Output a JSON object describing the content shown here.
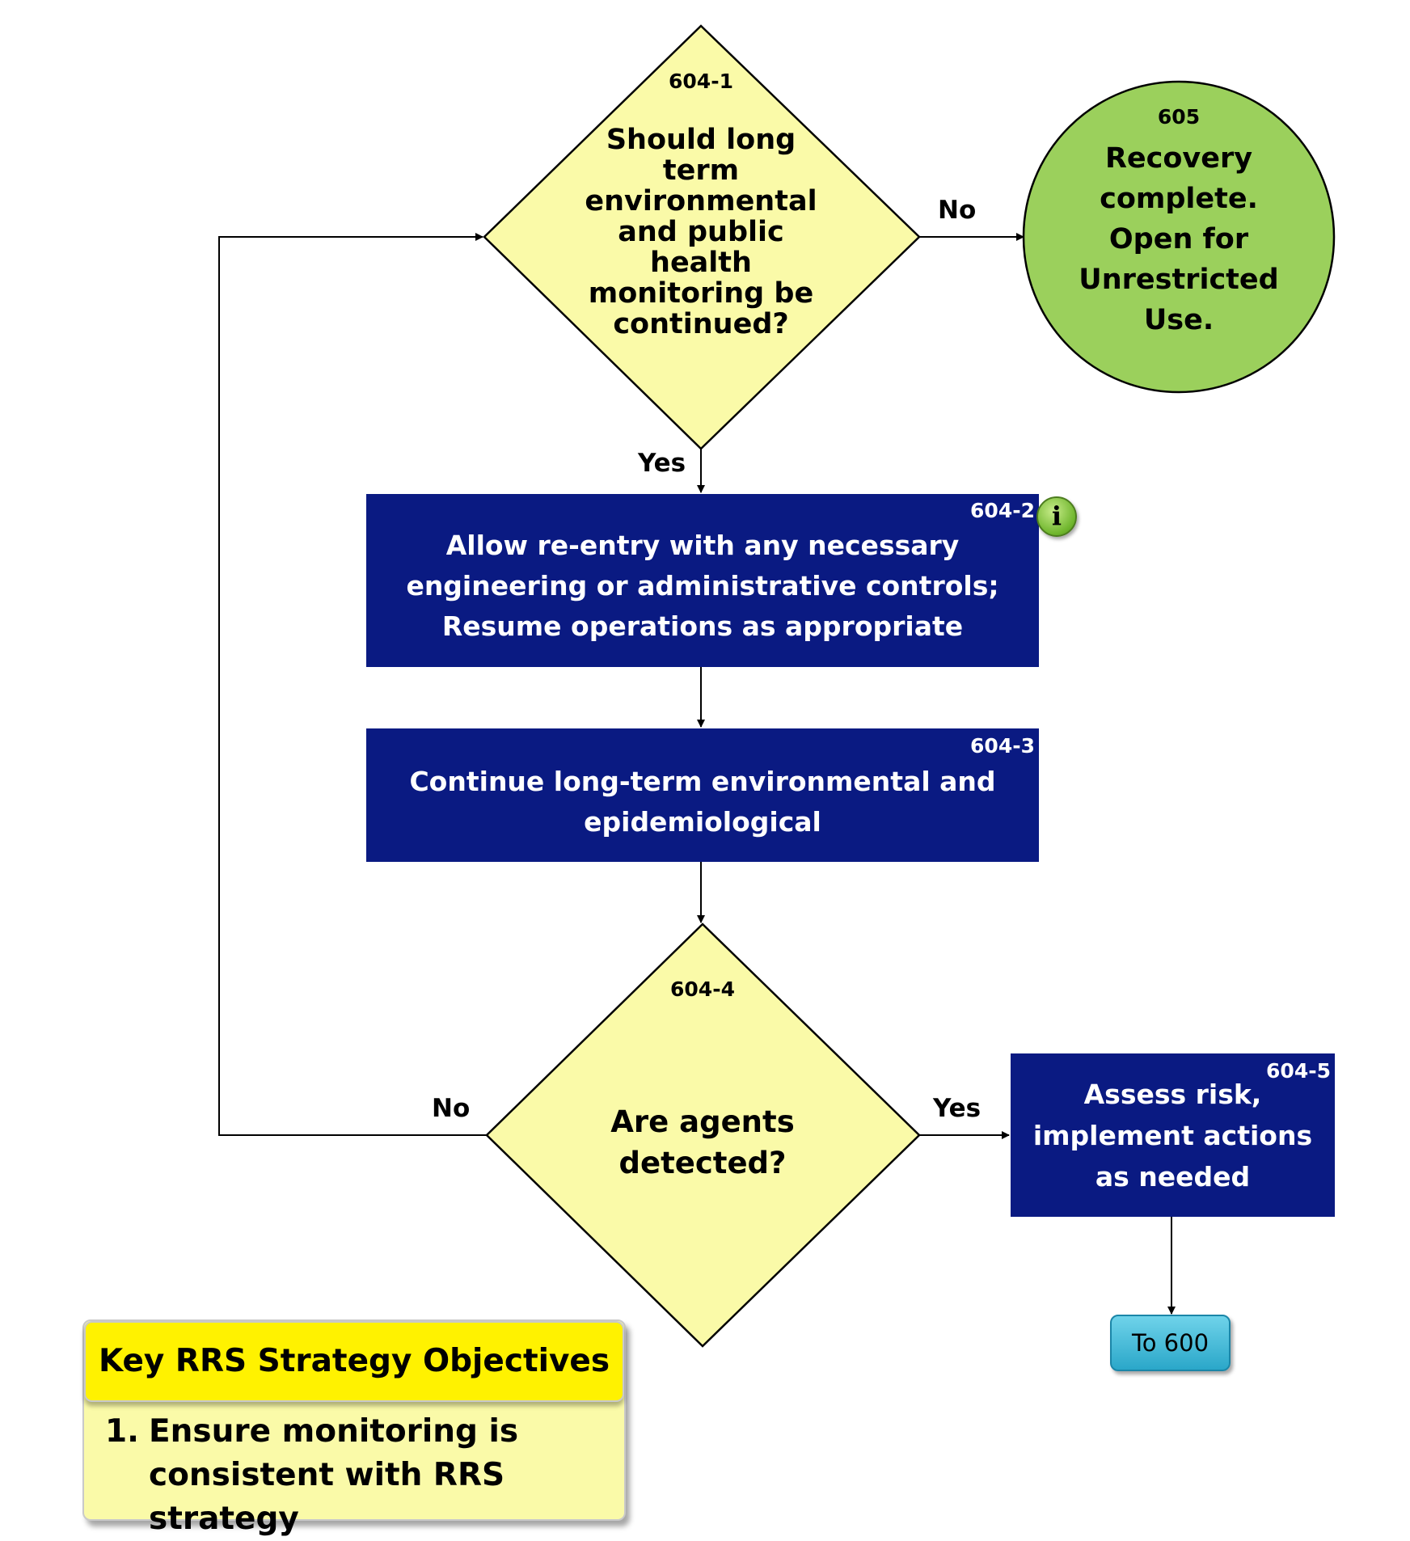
{
  "nodes": {
    "n604_1": {
      "id": "604-1",
      "text": [
        "Should long",
        "term",
        "environmental",
        "and public",
        "health",
        "monitoring be",
        "continued?"
      ]
    },
    "n605": {
      "id": "605",
      "text": [
        "Recovery",
        "complete.",
        "Open for",
        "Unrestricted",
        "Use."
      ]
    },
    "n604_2": {
      "id": "604-2",
      "text": [
        "Allow re-entry with any necessary",
        "engineering or administrative controls;",
        "Resume operations as appropriate"
      ]
    },
    "n604_3": {
      "id": "604-3",
      "text": [
        "Continue long-term environmental and",
        "epidemiological"
      ]
    },
    "n604_4": {
      "id": "604-4",
      "text": [
        "Are agents",
        "detected?"
      ]
    },
    "n604_5": {
      "id": "604-5",
      "text": [
        "Assess risk,",
        "implement actions",
        "as needed"
      ]
    },
    "to600": {
      "text": "To 600"
    }
  },
  "edges": {
    "e1_605": "No",
    "e1_2": "Yes",
    "e4_1": "No",
    "e4_5": "Yes"
  },
  "info_icon": "i",
  "key": {
    "title": "Key RRS Strategy Objectives",
    "items": [
      {
        "number": "1.",
        "lines": [
          "Ensure monitoring is",
          "consistent with RRS strategy"
        ]
      }
    ]
  },
  "colors": {
    "decision": "#fafaa8",
    "process": "#0a1a82",
    "terminal": "#9bd05c",
    "connector": "#2aa7c9",
    "key_header": "#fff200"
  }
}
